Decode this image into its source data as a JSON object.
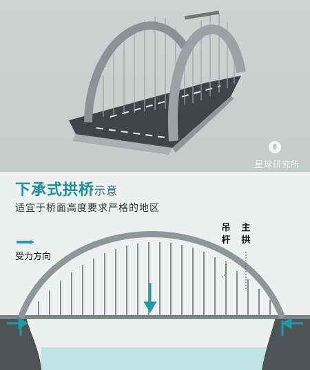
{
  "title_main": "下承式拱桥",
  "title_suffix": "示意",
  "subtitle": "适宜于桥面高度要求严格的地区",
  "brand": "星球研究所",
  "labels": {
    "hanger": [
      "吊",
      "杆"
    ],
    "main_arch": [
      "主",
      "拱"
    ],
    "force_direction": "受力方向"
  },
  "colors": {
    "accent": "#1f9ba6",
    "arch": "#8f9798",
    "road": "#3f4446",
    "water": "#bfe3e4"
  }
}
